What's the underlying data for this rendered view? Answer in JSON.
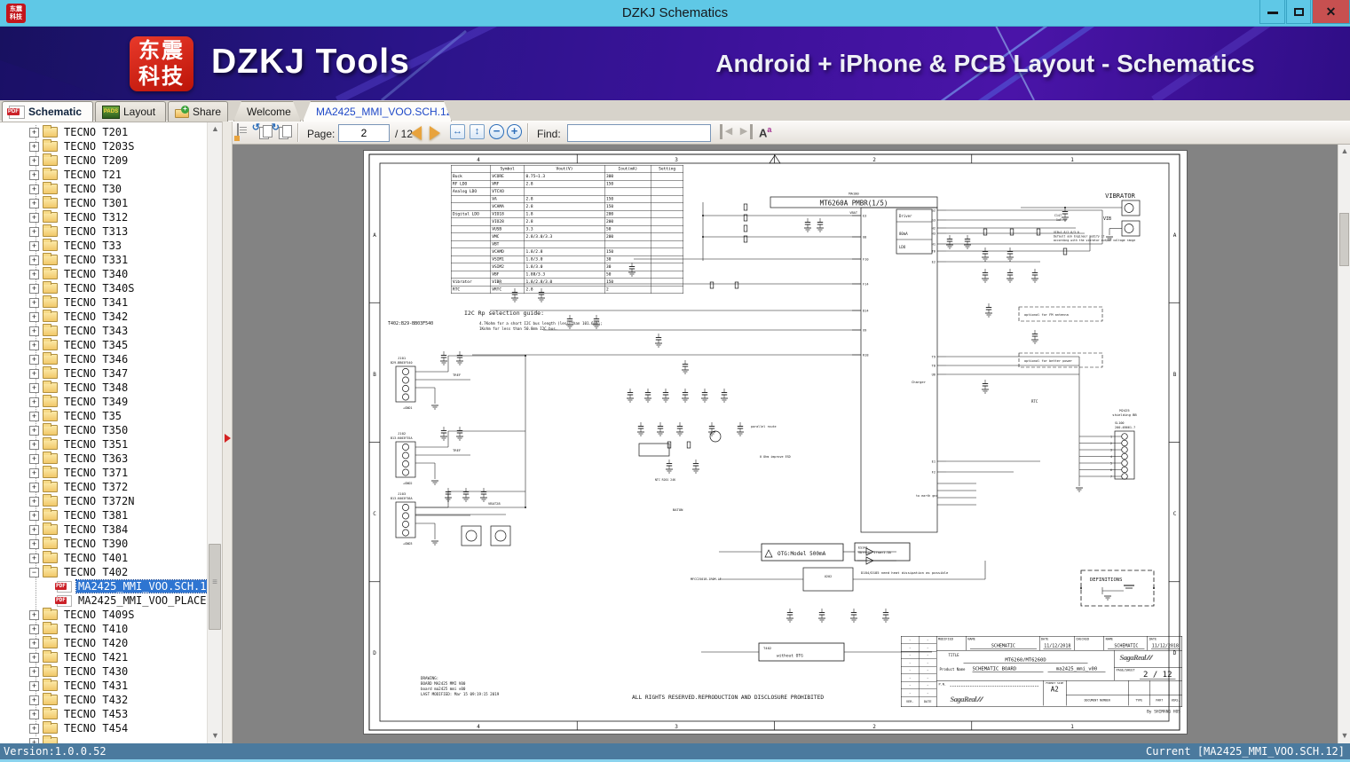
{
  "window": {
    "title": "DZKJ Schematics",
    "close_glyph": "✕"
  },
  "banner": {
    "logo_line1": "东震",
    "logo_line2": "科技",
    "app_name": "DZKJ Tools",
    "subtitle": "Android + iPhone & PCB Layout - Schematics"
  },
  "tabs": {
    "main": [
      {
        "label": "Schematic"
      },
      {
        "label": "Layout"
      },
      {
        "label": "Share"
      }
    ],
    "documents": [
      {
        "label": "Welcome"
      },
      {
        "label": "MA2425_MMI_VOO.SCH.12"
      }
    ],
    "close_glyph": "x",
    "pads_text": "PADS",
    "pdf_text": "PDF"
  },
  "toolbar": {
    "page_label": "Page:",
    "page_value": "2",
    "page_total": "/ 12",
    "find_label": "Find:",
    "find_value": ""
  },
  "sidebar": {
    "items": [
      {
        "label": "TECNO T201"
      },
      {
        "label": "TECNO T203S"
      },
      {
        "label": "TECNO T209"
      },
      {
        "label": "TECNO T21"
      },
      {
        "label": "TECNO T30"
      },
      {
        "label": "TECNO T301"
      },
      {
        "label": "TECNO T312"
      },
      {
        "label": "TECNO T313"
      },
      {
        "label": "TECNO T33"
      },
      {
        "label": "TECNO T331"
      },
      {
        "label": "TECNO T340"
      },
      {
        "label": "TECNO T340S"
      },
      {
        "label": "TECNO T341"
      },
      {
        "label": "TECNO T342"
      },
      {
        "label": "TECNO T343"
      },
      {
        "label": "TECNO T345"
      },
      {
        "label": "TECNO T346"
      },
      {
        "label": "TECNO T347"
      },
      {
        "label": "TECNO T348"
      },
      {
        "label": "TECNO T349"
      },
      {
        "label": "TECNO T35"
      },
      {
        "label": "TECNO T350"
      },
      {
        "label": "TECNO T351"
      },
      {
        "label": "TECNO T363"
      },
      {
        "label": "TECNO T371"
      },
      {
        "label": "TECNO T372"
      },
      {
        "label": "TECNO T372N"
      },
      {
        "label": "TECNO T381"
      },
      {
        "label": "TECNO T384"
      },
      {
        "label": "TECNO T390"
      },
      {
        "label": "TECNO T401"
      },
      {
        "label": "TECNO T402",
        "expanded": true,
        "children": [
          {
            "label": "MA2425_MMI_VOO.SCH.12",
            "selected": true
          },
          {
            "label": "MA2425_MMI_VOO_PLACEMENT"
          }
        ]
      },
      {
        "label": "TECNO T409S"
      },
      {
        "label": "TECNO T410"
      },
      {
        "label": "TECNO T420"
      },
      {
        "label": "TECNO T421"
      },
      {
        "label": "TECNO T430"
      },
      {
        "label": "TECNO T431"
      },
      {
        "label": "TECNO T432"
      },
      {
        "label": "TECNO T453"
      },
      {
        "label": "TECNO T454"
      },
      {
        "label": ""
      }
    ]
  },
  "statusbar": {
    "version": "Version:1.0.0.52",
    "current": "Current [MA2425_MMI_VOO.SCH.12]"
  },
  "schematic": {
    "ruler_cols": [
      "4",
      "3",
      "2",
      "1"
    ],
    "ruler_rows": [
      "A",
      "B",
      "C",
      "D"
    ],
    "voltage_table": {
      "headers": [
        "",
        "Symbol",
        "Vout(V)",
        "Iout(mA)",
        "Setting"
      ],
      "rows": [
        [
          "Buck",
          "VCORE",
          "0.75~1.3",
          "300",
          ""
        ],
        [
          "RF LDO",
          "VRF",
          "2.8",
          "150",
          ""
        ],
        [
          "Analog LDO",
          "VTCXO",
          "",
          "",
          ""
        ],
        [
          "",
          "VA",
          "2.8",
          "150",
          ""
        ],
        [
          "",
          "VCAMA",
          "2.8",
          "150",
          ""
        ],
        [
          "Digital LDO",
          "VIO18",
          "1.8",
          "200",
          ""
        ],
        [
          "",
          "VIO28",
          "2.8",
          "200",
          ""
        ],
        [
          "",
          "VUSB",
          "3.3",
          "50",
          ""
        ],
        [
          "",
          "VMC",
          "2.8/3.0/3.3",
          "200",
          ""
        ],
        [
          "",
          "VBT",
          "",
          "",
          ""
        ],
        [
          "",
          "VCAMD",
          "1.8/2.8",
          "150",
          ""
        ],
        [
          "",
          "VSIM1",
          "1.8/3.0",
          "30",
          ""
        ],
        [
          "",
          "VSIM2",
          "1.8/3.0",
          "30",
          ""
        ],
        [
          "",
          "VBF",
          "1.88/3.3",
          "50",
          ""
        ],
        [
          "Vibrator",
          "VIBR",
          "1.8/2.8/3.0",
          "150",
          ""
        ],
        [
          "RTC",
          "VRTC",
          "2.8",
          "2",
          ""
        ]
      ]
    },
    "i2c_title": "I2C Rp selection guide:",
    "i2c_note1": "4.7Kohm for a short I2C bus length (less than 101.6mm);",
    "i2c_note2": "1Kohm for less than 50.8mm I2C bus.",
    "t402_ref": "T402:B29-BB03F540",
    "chip": {
      "ref": "MA100",
      "title": "MT6260A PMBR(1/5)",
      "vbat": "VBAT",
      "labels": [
        "Driver",
        "80mA",
        "LDO"
      ],
      "left_pins": [
        "E3",
        "U8",
        "F10",
        "F14",
        "D14",
        "X9",
        "R18"
      ],
      "right_pins": [
        "G2",
        "G3",
        "H2",
        "H3",
        "H1",
        "T6",
        "E2",
        "T9",
        "T8",
        "U6",
        "E1",
        "F2"
      ]
    },
    "connectors": [
      {
        "ref": "J101",
        "part": "B29-BB03F540",
        "gnd": "+GND1",
        "tref": "TREF"
      },
      {
        "ref": "J102",
        "part": "B13-K003F35A",
        "gnd": "+GND2",
        "tref": "TREF"
      },
      {
        "ref": "J103",
        "part": "B13-K003F38A",
        "gnd": "+GND3",
        "net": "VBAT28"
      }
    ],
    "right_conn": {
      "title1": "M2425",
      "title2": "shielding BB",
      "ref": "SL100",
      "part": "200-4B661-7",
      "pins": [
        "1",
        "2",
        "3",
        "4",
        "5",
        "6",
        "7"
      ]
    },
    "vibrator": {
      "title": "VIBRATOR",
      "vib": "VIB",
      "cap_ref": "C147",
      "cap_val": "1uF",
      "note1": "VIB=1.8/2.8/3.0",
      "note2": "Default ask Engineer modify it",
      "note3": "according with the vibrator output voltage range"
    },
    "otg": "OTG:Model 500mA",
    "es341_line1": "ES341",
    "es341_line2": "Vbr=48V Ifsm=1.5A",
    "heat_note": "D184/D185 need heat dissipation as possible",
    "definitions": "DEFINITIONS",
    "t402_box_ref": "T402",
    "t402_box_label": "without OTG",
    "notes": {
      "mfcc": "MFCC2501B-1R0M-LF",
      "u202": "U202",
      "parallel": "parallel route",
      "esd": "0 Ohm improve ESD",
      "earth": "to earth gnd",
      "baton": "BATON",
      "ntc": "NTC R201 24K",
      "charger": "Charger",
      "rtc": "RTC",
      "opt_fm": "optional for FM antenna",
      "opt_pw": "optional for better power"
    },
    "drawing_note": [
      "DRAWING:",
      "BOARD MA2425 MMI V00",
      "board ma2425 mmi v00",
      "LAST MODIFIED: Mar 15 09:19:15 2019"
    ],
    "rights": "ALL RIGHTS RESERVED.REPRODUCTION AND DISCLOSURE PROHIBITED",
    "titleblock": {
      "modified": "MODIFIED",
      "checked": "CHECKED",
      "name_label": "NAME",
      "date_label": "DATE",
      "name1": "SCHEMATIC",
      "date1": "11/12/2018",
      "name2": "SCHEMATIC",
      "date2": "11/12/2018",
      "title_label": "TITLE",
      "title_value": "MT6260/MT6260D",
      "product_label": "Product Name",
      "product_value": "SCHEMATIC BOARD",
      "product_code": "ma2425_mmi_v00",
      "brand": "SagaReal",
      "page_label": "PAGE/SHEET",
      "page_value": "2 / 12",
      "pn_label": "P.N.",
      "format_label": "FORMAT SIZE",
      "format_value": "A2",
      "doc_label": "DOCUMENT NUMBER",
      "type_label": "TYPE",
      "part_label": "PART",
      "vers_label": "VERS.",
      "ver_label": "VER.",
      "date_col_label": "DATE",
      "dash": "-",
      "by": "By SHIMANG HOS"
    }
  }
}
